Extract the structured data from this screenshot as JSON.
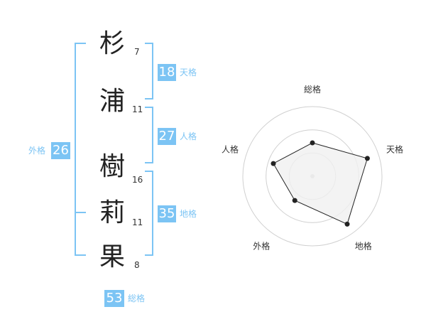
{
  "name": {
    "characters": [
      {
        "char": "杉",
        "strokes": "7"
      },
      {
        "char": "浦",
        "strokes": "11"
      },
      {
        "char": "樹",
        "strokes": "16"
      },
      {
        "char": "莉",
        "strokes": "11"
      },
      {
        "char": "果",
        "strokes": "8"
      }
    ]
  },
  "fortunes": {
    "tenkaku": {
      "value": "18",
      "label": "天格"
    },
    "jinkaku": {
      "value": "27",
      "label": "人格"
    },
    "chikaku": {
      "value": "35",
      "label": "地格"
    },
    "gaikaku": {
      "value": "26",
      "label": "外格"
    },
    "soukaku": {
      "value": "53",
      "label": "総格"
    }
  },
  "colors": {
    "accent": "#7cc4f4",
    "text": "#222222",
    "radar_fill": "#f0f0f0",
    "radar_stroke": "#222222"
  },
  "chart_data": {
    "type": "radar",
    "axes": [
      "総格",
      "天格",
      "地格",
      "外格",
      "人格"
    ],
    "values": [
      0.48,
      0.83,
      0.85,
      0.43,
      0.59
    ],
    "range": [
      0,
      1
    ],
    "rings": 3
  }
}
